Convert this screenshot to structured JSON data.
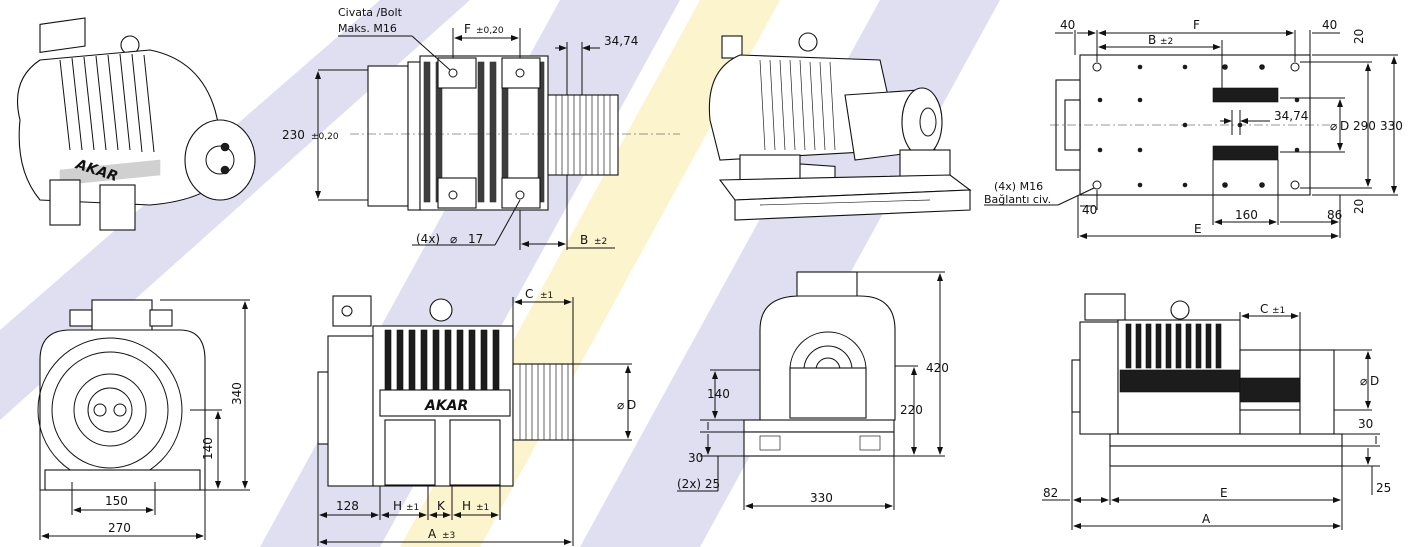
{
  "colors": {
    "band_lavender": "#d6d4ec",
    "band_yellow": "#fcf3c8",
    "ink": "#111111"
  },
  "brand": {
    "logo_text": "AKAR"
  },
  "top_view": {
    "bolt_note_line1": "Civata /Bolt",
    "bolt_note_line2": "Maks. M16",
    "dim_f": "F",
    "dim_f_tol": "±0,20",
    "dim_3474": "34,74",
    "dim_230": "230",
    "dim_230_tol": "±0,20",
    "holes_label": "(4x)",
    "holes_dia": "17",
    "dim_b": "B",
    "dim_b_tol": "±2"
  },
  "plan_view": {
    "dim_40_top": "40",
    "dim_f": "F",
    "dim_40_right": "40",
    "dim_b": "B",
    "dim_b_tol": "±2",
    "dim_3474": "34,74",
    "dim_d": "D",
    "dim_290": "290",
    "dim_330": "330",
    "dim_20_top": "20",
    "dim_20_bottom": "20",
    "bolt_label_line1": "(4x) M16",
    "bolt_label_line2": "Bağlantı civ.",
    "dim_40_bottom": "40",
    "dim_160": "160",
    "dim_86": "86",
    "dim_e": "E"
  },
  "front_view": {
    "dim_340": "340",
    "dim_140": "140",
    "dim_150": "150",
    "dim_270": "270"
  },
  "side_view": {
    "dim_c": "C",
    "dim_c_tol": "±1",
    "dim_d": "D",
    "dim_128": "128",
    "dim_h1": "H",
    "dim_h1_tol": "±1",
    "dim_k": "K",
    "dim_h2": "H",
    "dim_h2_tol": "±1",
    "dim_a": "A",
    "dim_a_tol": "±3"
  },
  "bedplate_front": {
    "dim_420": "420",
    "dim_140": "140",
    "dim_220": "220",
    "dim_30": "30",
    "dim_2x25": "(2x) 25",
    "dim_330": "330"
  },
  "bedplate_side": {
    "dim_c": "C",
    "dim_c_tol": "±1",
    "dim_d": "D",
    "dim_30": "30",
    "dim_82": "82",
    "dim_e": "E",
    "dim_25": "25",
    "dim_a": "A"
  }
}
